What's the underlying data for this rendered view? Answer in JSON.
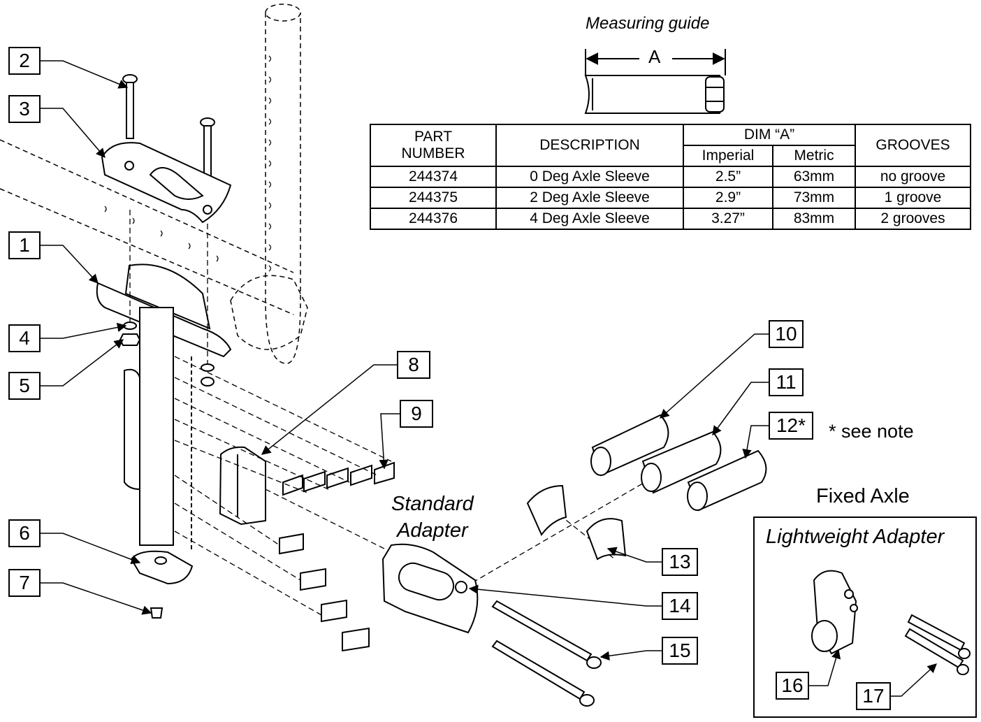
{
  "measuring_guide": {
    "title": "Measuring guide",
    "dimension_letter": "A"
  },
  "table": {
    "headers": {
      "part_number": "PART\nNUMBER",
      "description": "DESCRIPTION",
      "dim": "DIM “A”",
      "imperial": "Imperial",
      "metric": "Metric",
      "grooves": "GROOVES"
    },
    "rows": [
      {
        "part": "244374",
        "description": "0 Deg Axle Sleeve",
        "imperial": "2.5”",
        "metric": "63mm",
        "grooves": "no groove"
      },
      {
        "part": "244375",
        "description": "2 Deg Axle Sleeve",
        "imperial": "2.9”",
        "metric": "73mm",
        "grooves": "1 groove"
      },
      {
        "part": "244376",
        "description": "4 Deg Axle Sleeve",
        "imperial": "3.27”",
        "metric": "83mm",
        "grooves": "2 grooves"
      }
    ]
  },
  "labels": {
    "standard_adapter": "Standard\nAdapter",
    "fixed_axle": "Fixed Axle",
    "lightweight_adapter": "Lightweight Adapter",
    "see_note": "* see note"
  },
  "callouts": [
    "1",
    "2",
    "3",
    "4",
    "5",
    "6",
    "7",
    "8",
    "9",
    "10",
    "11",
    "12*",
    "13",
    "14",
    "15",
    "16",
    "17"
  ]
}
